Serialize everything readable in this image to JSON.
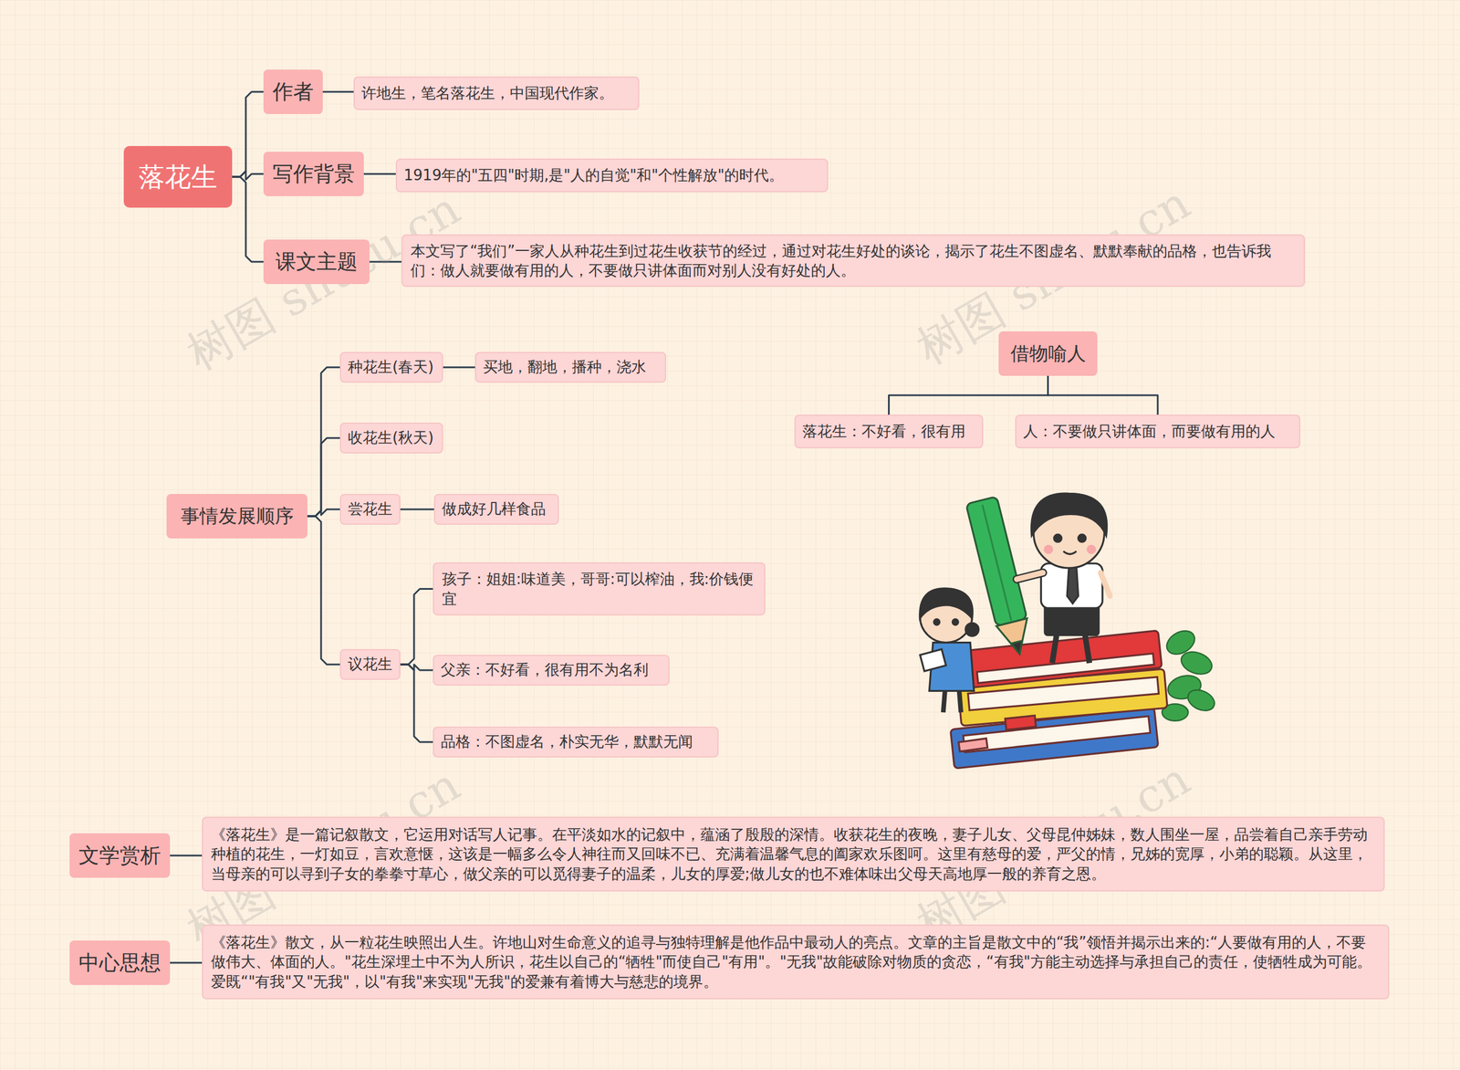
{
  "diagram": {
    "nodes": [
      {
        "text": [
          "落花生"
        ]
      },
      {
        "text": [
          "作者"
        ]
      },
      {
        "text": [
          "许地生，笔名落花生，中国现代作家。"
        ]
      },
      {
        "text": [
          "写作背景"
        ]
      },
      {
        "text": [
          "1919年的\"五四\"时期,是\"人的自觉\"和\"个性解放\"的时代。"
        ]
      },
      {
        "text": [
          "课文主题"
        ]
      },
      {
        "text": [
          "本文写了“我们”一家人从种花生到过花生收获节的经过，通过对花生好处的谈论，揭示了花生不图虚名、默默奉献的品格，也告诉我们：做人就要做有用的人，不要做只讲体面而对别人没有好处的人。"
        ]
      },
      {
        "text": [
          "事情发展顺序"
        ]
      },
      {
        "text": [
          "种花生(春天)"
        ]
      },
      {
        "text": [
          "买地，翻地，播种，浇水"
        ]
      },
      {
        "text": [
          "收花生(秋天)"
        ]
      },
      {
        "text": [
          "尝花生"
        ]
      },
      {
        "text": [
          "做成好几样食品"
        ]
      },
      {
        "text": [
          "议花生"
        ]
      },
      {
        "text": [
          "孩子：姐姐:味道美，哥哥:可以榨油，我:价钱便宜"
        ]
      },
      {
        "text": [
          "父亲：不好看，很有用不为名利"
        ]
      },
      {
        "text": [
          "品格：不图虚名，朴实无华，默默无闻"
        ]
      },
      {
        "text": [
          "借物喻人"
        ]
      },
      {
        "text": [
          "落花生：不好看，很有用"
        ]
      },
      {
        "text": [
          "人：不要做只讲体面，而要做有用的人"
        ]
      },
      {
        "text": [
          "文学赏析"
        ]
      },
      {
        "text": [
          "《落花生》是一篇记叙散文，它运用对话写人记事。在平淡如水的记叙中，蕴涵了殷殷的深情。收获花生的夜晚，妻子儿女、父母昆仲姊妹，数人围坐一屋，品尝着自己亲手劳动种植的花生，一灯如豆，言欢意惬，这该是一幅多么令人神往而又回味不已、充满着温馨气息的阖家欢乐图呵。这里有慈母的爱，严父的情，兄姊的宽厚，小弟的聪颖。从这里，当母亲的可以寻到子女的拳拳寸草心，做父亲的可以觅得妻子的温柔，儿女的厚爱;做儿女的也不难体味出父母天高地厚一般的养育之恩。"
        ]
      },
      {
        "text": [
          "中心思想"
        ]
      },
      {
        "text": [
          "《落花生》散文，从一粒花生映照出人生。许地山对生命意义的追寻与独特理解是他作品中最动人的亮点。文章的主旨是散文中的“我”领悟并揭示出来的:“人要做有用的人，不要做伟大、体面的人。\"花生深埋土中不为人所识，花生以自己的“牺牲\"而使自己\"有用\"。\"无我\"故能破除对物质的贪恋，“有我\"方能主动选择与承担自己的责任，使牺牲成为可能。爱既“\"有我\"又\"无我\"，以\"有我\"来实现\"无我\"的爱兼有着博大与慈悲的境界。"
        ]
      }
    ],
    "edges": [
      {
        "from": 0,
        "to": 1,
        "arrow": "none"
      },
      {
        "from": 0,
        "to": 3,
        "arrow": "none"
      },
      {
        "from": 0,
        "to": 5,
        "arrow": "none"
      },
      {
        "from": 1,
        "to": 2,
        "arrow": "none"
      },
      {
        "from": 3,
        "to": 4,
        "arrow": "none"
      },
      {
        "from": 5,
        "to": 6,
        "arrow": "none"
      },
      {
        "from": 7,
        "to": 8,
        "arrow": "none"
      },
      {
        "from": 7,
        "to": 10,
        "arrow": "none"
      },
      {
        "from": 7,
        "to": 11,
        "arrow": "none"
      },
      {
        "from": 7,
        "to": 13,
        "arrow": "none"
      },
      {
        "from": 8,
        "to": 9,
        "arrow": "none"
      },
      {
        "from": 11,
        "to": 12,
        "arrow": "none"
      },
      {
        "from": 13,
        "to": 14,
        "arrow": "none"
      },
      {
        "from": 13,
        "to": 15,
        "arrow": "none"
      },
      {
        "from": 13,
        "to": 16,
        "arrow": "none"
      },
      {
        "from": 17,
        "to": 18,
        "arrow": "none"
      },
      {
        "from": 17,
        "to": 19,
        "arrow": "none"
      },
      {
        "from": 20,
        "to": 21,
        "arrow": "none"
      },
      {
        "from": 22,
        "to": 23,
        "arrow": "none"
      }
    ],
    "labels": [
      "树图 shutu.cn",
      "树图 shutu.cn",
      "树图 shutu.cn",
      "树图 shutu.cn"
    ]
  }
}
